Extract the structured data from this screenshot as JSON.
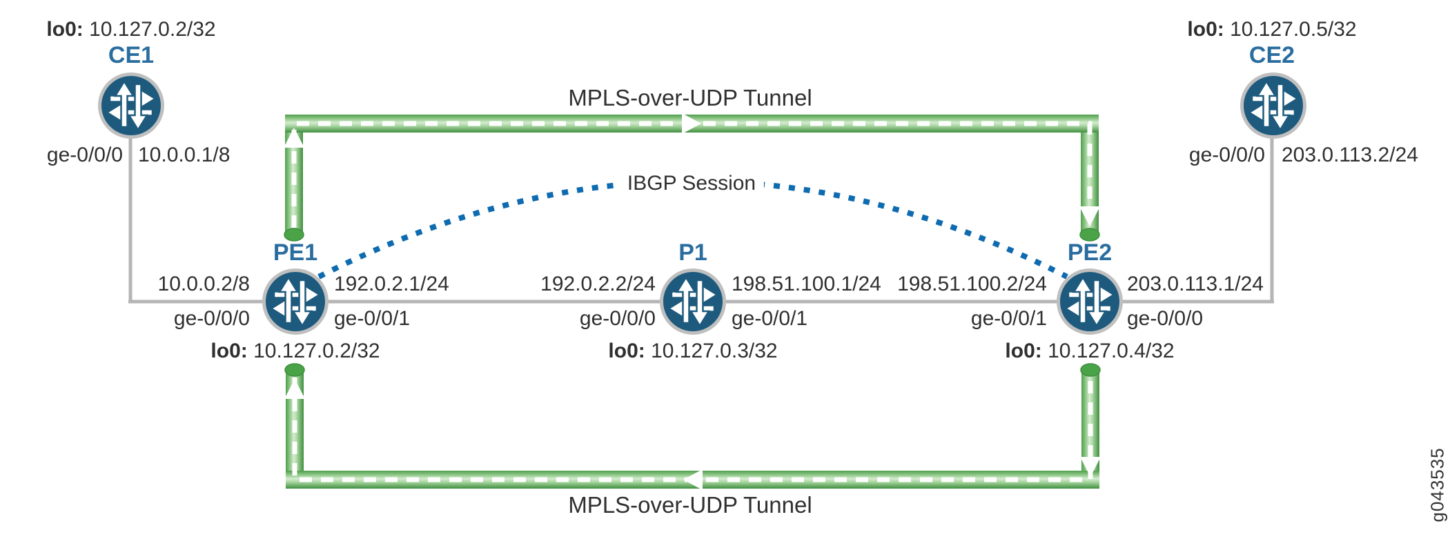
{
  "figure_id": "g043535",
  "colors": {
    "router_fill": "#1e5a7d",
    "router_ring": "#bfbfbf",
    "node_label_blue": "#2a6d9f",
    "link_gray": "#b5b5b5",
    "tunnel_green_dark": "#3f8f3f",
    "tunnel_green_edge": "#4f9f4c",
    "tunnel_green_light": "#d5ecd0",
    "tunnel_cap": "#4aa347",
    "ibgp_blue": "#0e6bb0",
    "text_dark": "#2f2f2f"
  },
  "nodes": {
    "ce1": {
      "name": "CE1",
      "lo0_prefix": "lo0:",
      "lo0": "10.127.0.2/32",
      "iface": "ge-0/0/0",
      "ip": "10.0.0.1/8"
    },
    "ce2": {
      "name": "CE2",
      "lo0_prefix": "lo0:",
      "lo0": "10.127.0.5/32",
      "iface": "ge-0/0/0",
      "ip": "203.0.113.2/24"
    },
    "pe1": {
      "name": "PE1",
      "lo0_prefix": "lo0:",
      "lo0": "10.127.0.2/32",
      "left_ip": "10.0.0.2/8",
      "left_iface": "ge-0/0/0",
      "right_ip": "192.0.2.1/24",
      "right_iface": "ge-0/0/1"
    },
    "p1": {
      "name": "P1",
      "lo0_prefix": "lo0:",
      "lo0": "10.127.0.3/32",
      "left_ip": "192.0.2.2/24",
      "left_iface": "ge-0/0/0",
      "right_ip": "198.51.100.1/24",
      "right_iface": "ge-0/0/1"
    },
    "pe2": {
      "name": "PE2",
      "lo0_prefix": "lo0:",
      "lo0": "10.127.0.4/32",
      "left_ip": "198.51.100.2/24",
      "left_iface": "ge-0/0/1",
      "right_ip": "203.0.113.1/24",
      "right_iface": "ge-0/0/0"
    }
  },
  "links": [
    {
      "from": "CE1",
      "to": "PE1"
    },
    {
      "from": "PE1",
      "to": "P1"
    },
    {
      "from": "P1",
      "to": "PE2"
    },
    {
      "from": "PE2",
      "to": "CE2"
    }
  ],
  "tunnels": {
    "top": {
      "label": "MPLS-over-UDP Tunnel",
      "from": "PE1",
      "to": "PE2",
      "direction": "left-to-right"
    },
    "bottom": {
      "label": "MPLS-over-UDP Tunnel",
      "from": "PE2",
      "to": "PE1",
      "direction": "right-to-left"
    }
  },
  "ibgp": {
    "label": "IBGP Session",
    "from": "PE1",
    "to": "PE2"
  }
}
